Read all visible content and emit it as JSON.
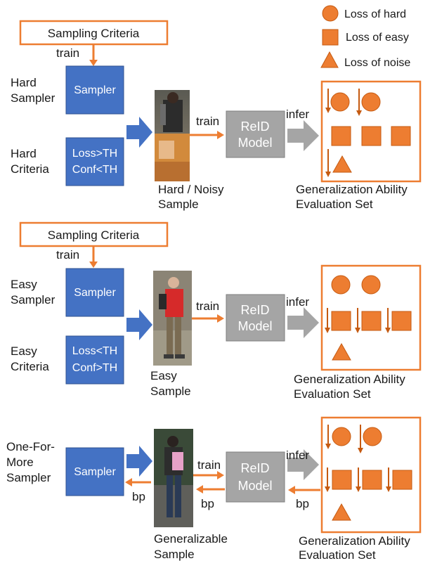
{
  "legend": {
    "hard": "Loss of hard",
    "easy": "Loss of easy",
    "noise": "Loss of noise"
  },
  "colors": {
    "orange": "#ed7d31",
    "blue": "#4472c4",
    "gray": "#a5a5a5"
  },
  "panel1": {
    "criteria": "Sampling Criteria",
    "train_top": "train",
    "sampler_name_1": "Hard",
    "sampler_name_2": "Sampler",
    "sampler_box": "Sampler",
    "criteria_name_1": "Hard",
    "criteria_name_2": "Criteria",
    "cond_1": "Loss>TH",
    "cond_2": "Conf<TH",
    "train_mid": "train",
    "model_1": "ReID",
    "model_2": "Model",
    "infer": "infer",
    "sample_1": "Hard / Noisy",
    "sample_2": "Sample",
    "eval_1": "Generalization Ability",
    "eval_2": "Evaluation Set"
  },
  "panel2": {
    "criteria": "Sampling Criteria",
    "train_top": "train",
    "sampler_name_1": "Easy",
    "sampler_name_2": "Sampler",
    "sampler_box": "Sampler",
    "criteria_name_1": "Easy",
    "criteria_name_2": "Criteria",
    "cond_1": "Loss<TH",
    "cond_2": "Conf>TH",
    "train_mid": "train",
    "model_1": "ReID",
    "model_2": "Model",
    "infer": "infer",
    "sample_1": "Easy",
    "sample_2": "Sample",
    "eval_1": "Generalization Ability",
    "eval_2": "Evaluation Set"
  },
  "panel3": {
    "sampler_name_1": "One-For-",
    "sampler_name_2": "More",
    "sampler_name_3": "Sampler",
    "sampler_box": "Sampler",
    "train_mid": "train",
    "model_1": "ReID",
    "model_2": "Model",
    "infer": "infer",
    "bp_1": "bp",
    "bp_2": "bp",
    "bp_3": "bp",
    "sample_1": "Generalizable",
    "sample_2": "Sample",
    "eval_1": "Generalization Ability",
    "eval_2": "Evaluation Set"
  }
}
